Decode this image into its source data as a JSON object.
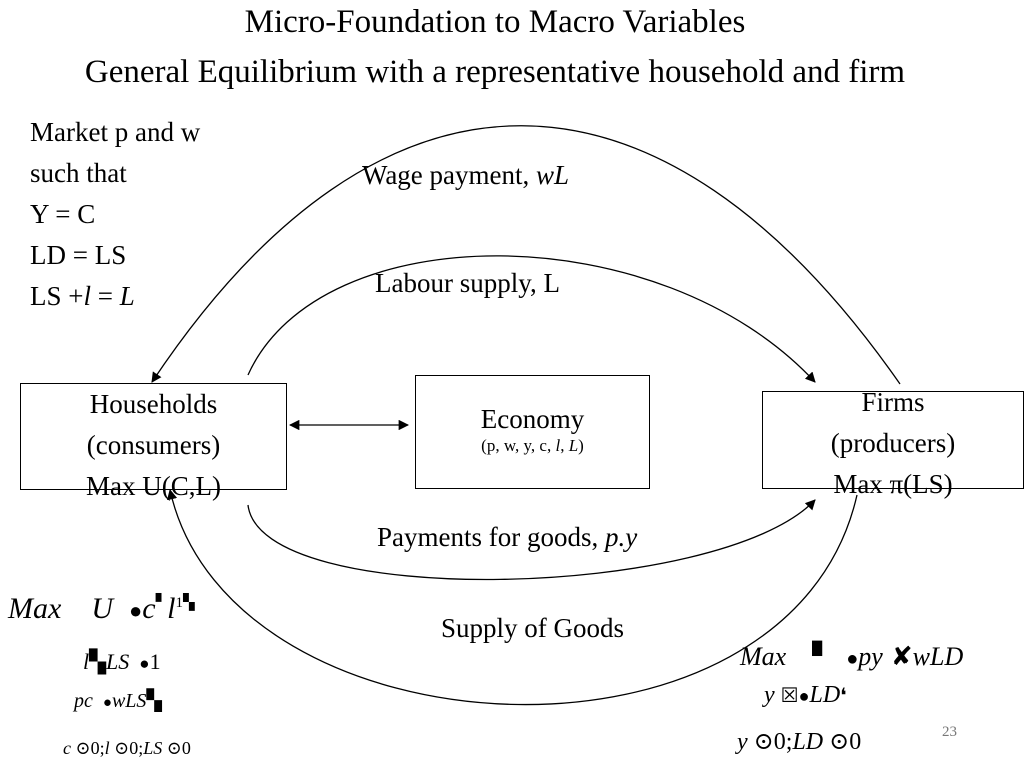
{
  "slide": {
    "title": "Micro-Foundation to Macro Variables",
    "subtitle": "General Equilibrium with a representative household and firm",
    "page_number": "23"
  },
  "market_conditions": {
    "line1": "Market p and w",
    "line2": "such that",
    "line3": "Y = C",
    "line4": "LD = LS",
    "line5_prefix": "LS +",
    "line5_l": "l",
    "line5_eq": " = ",
    "line5_L": "L"
  },
  "households": {
    "line1": "Households",
    "line2": "(consumers)",
    "line3": "Max U(C,L)"
  },
  "economy": {
    "title": "Economy",
    "vars_prefix": "(p, w, y, c, ",
    "vars_l": "l",
    "vars_sep": ", ",
    "vars_L": "L",
    "vars_suffix": ")"
  },
  "firms": {
    "line1": "Firms",
    "line2": "(producers)",
    "line3": "Max π(LS)"
  },
  "flows": {
    "wage_text": "Wage payment, ",
    "wage_var": "wL",
    "labour": "Labour supply, L",
    "payments_text": "Payments for goods, ",
    "payments_var": "p.y",
    "goods": "Supply of Goods"
  },
  "household_problem": {
    "objective_max": "Max",
    "objective_u": "U",
    "objective_rest": "c",
    "objective_l": "l",
    "objective_exp": "1",
    "constraint1_l": "l",
    "constraint1_ls": "LS",
    "constraint1_rhs": "1",
    "constraint2_pc": "pc",
    "constraint2_wls": "wLS",
    "nonneg_c": "c",
    "nonneg_c_rhs": "0;",
    "nonneg_l": "l",
    "nonneg_l_rhs": "0;",
    "nonneg_ls": "LS",
    "nonneg_ls_rhs": "0"
  },
  "firm_problem": {
    "objective_max": "Max",
    "objective_py": "py",
    "objective_wld": "wLD",
    "constraint_y": "y",
    "constraint_ld": "LD",
    "nonneg_y": "y",
    "nonneg_y_rhs": "0;",
    "nonneg_ld": "LD",
    "nonneg_ld_rhs": "0"
  }
}
